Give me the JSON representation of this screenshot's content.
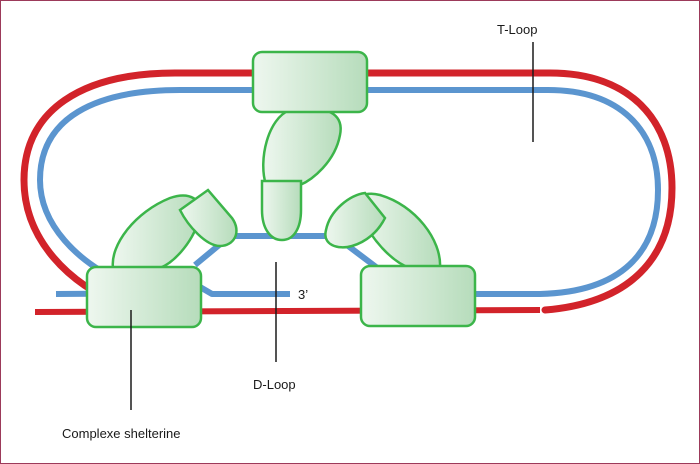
{
  "labels": {
    "t_loop": "T-Loop",
    "d_loop": "D-Loop",
    "three_prime": "3’",
    "shelterin": "Complexe shelterine"
  },
  "colors": {
    "red_strand": "#d2232a",
    "blue_strand": "#5b95cf",
    "protein_stroke": "#3cb54a",
    "protein_fill_light": "#eef7ef",
    "protein_fill_dark": "#b6dcbb",
    "frame_border": "#9c3a5a",
    "pointer_line": "#1a1a1a"
  },
  "icons": {
    "shelterin": "protein-complex-shape"
  }
}
